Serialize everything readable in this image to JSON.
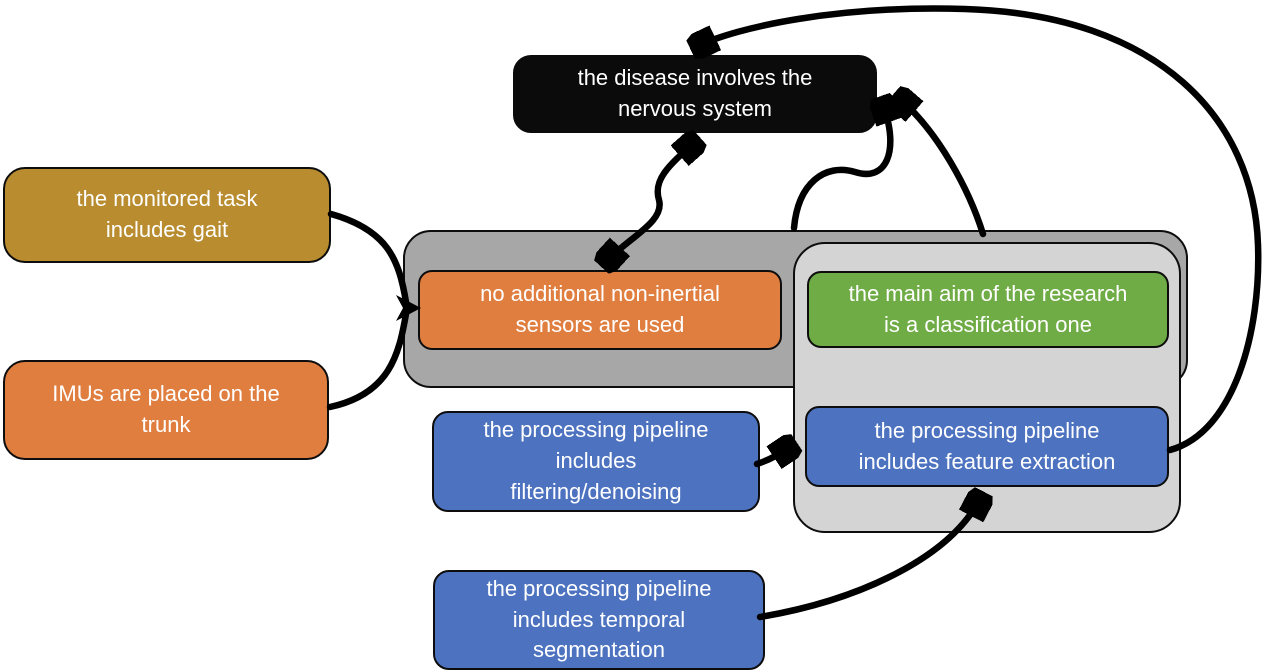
{
  "diagram": {
    "title": "",
    "nodes": {
      "disease": {
        "label": "the disease involves the\nnervous system",
        "bg": "#0b0b0b",
        "text_color": "#ffffff"
      },
      "gait": {
        "label": "the monitored task\nincludes gait",
        "bg": "#b88c2f",
        "text_color": "#ffffff"
      },
      "imu": {
        "label": "IMUs are placed on the\ntrunk",
        "bg": "#e07e40",
        "text_color": "#ffffff"
      },
      "sensors": {
        "label": "no additional non-inertial\nsensors are used",
        "bg": "#e07e40",
        "text_color": "#ffffff"
      },
      "classification": {
        "label": "the main aim of the research\nis a classification one",
        "bg": "#6fac46",
        "text_color": "#ffffff"
      },
      "filtering": {
        "label": "the processing pipeline\nincludes\nfiltering/denoising",
        "bg": "#4c72c0",
        "text_color": "#ffffff"
      },
      "feature": {
        "label": "the processing pipeline\nincludes feature extraction",
        "bg": "#4c72c0",
        "text_color": "#ffffff"
      },
      "temporal": {
        "label": "the processing pipeline\nincludes temporal\nsegmentation",
        "bg": "#4c72c0",
        "text_color": "#ffffff"
      }
    },
    "containers": {
      "sensors_group": {
        "bg": "#a7a7a7",
        "border": "#0d0d0d",
        "contains": [
          "sensors",
          "classification_group"
        ]
      },
      "classification_group": {
        "bg": "#d4d4d4",
        "border": "#0d0d0d",
        "contains": [
          "classification",
          "feature"
        ]
      }
    },
    "edges": [
      {
        "from": "gait",
        "to": "sensors",
        "bidirectional": false
      },
      {
        "from": "imu",
        "to": "sensors",
        "bidirectional": false
      },
      {
        "from": "sensors",
        "to": "disease",
        "bidirectional": true
      },
      {
        "from": "sensors_group",
        "to": "disease",
        "bidirectional": false
      },
      {
        "from": "classification_group",
        "to": "disease",
        "bidirectional": false
      },
      {
        "from": "feature",
        "to": "disease",
        "bidirectional": false
      },
      {
        "from": "filtering",
        "to": "feature",
        "bidirectional": false
      },
      {
        "from": "temporal",
        "to": "feature",
        "bidirectional": false
      }
    ],
    "palette": {
      "arrow": "#000000",
      "background": "#ffffff",
      "black_node": "#0b0b0b",
      "gold_node": "#b88c2f",
      "orange_node": "#e07e40",
      "green_node": "#6fac46",
      "blue_node": "#4c72c0",
      "dark_gray_group": "#a7a7a7",
      "light_gray_group": "#d4d4d4"
    }
  }
}
